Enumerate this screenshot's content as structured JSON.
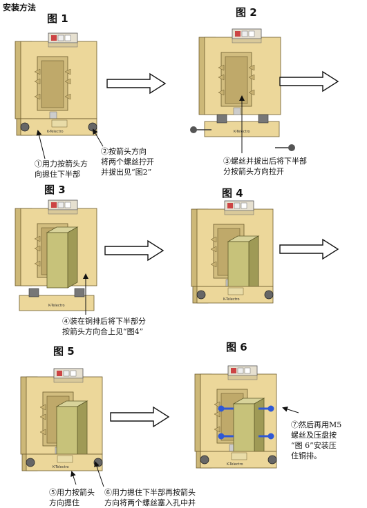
{
  "header": "安装方法",
  "figures": {
    "f1": "图 1",
    "f2": "图 2",
    "f3": "图 3",
    "f4": "图 4",
    "f5": "图 5",
    "f6": "图 6"
  },
  "module_label": "K-Telectro",
  "steps": {
    "s1": [
      "①用力按箭头方",
      "向摁住下半部"
    ],
    "s2": [
      "②按箭头方向",
      "将两个螺丝拧开",
      "并拔出见“图2”"
    ],
    "s3": [
      "③螺丝并拔出后将下半部",
      "分按箭头方向拉开"
    ],
    "s4": [
      "④装在铜排后将下半部分",
      "按箭头方向合上见“图4”"
    ],
    "s5": [
      "⑤用力按箭头",
      "方向摁住"
    ],
    "s6": [
      "⑥用力摁住下半部再按箭头",
      "方向将两个螺丝塞入孔中并"
    ],
    "s7": [
      "⑦然后再用M5",
      "螺丝及压盘按",
      "“图 6”安装压",
      "住铜排。"
    ]
  },
  "colors": {
    "body": "#ecd79a",
    "body_dark": "#cdb878",
    "window": "#d2bd7f",
    "busbar": "#c7c27a",
    "screw_blue": "#2f58d6"
  }
}
